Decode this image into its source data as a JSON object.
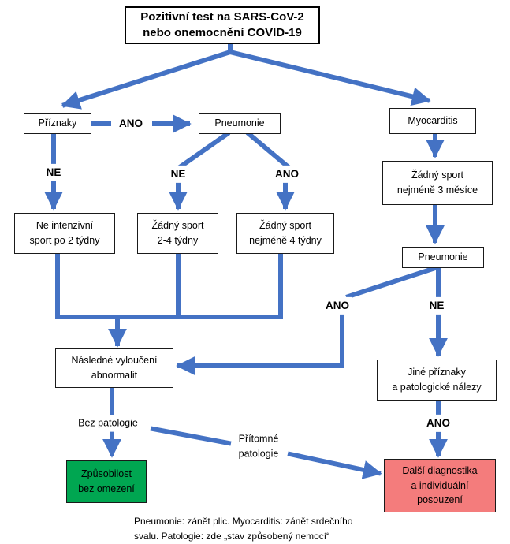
{
  "title": "Pozitivní test na SARS-CoV-2\nnebo onemocnění COVID-19",
  "nodes": {
    "priznaky": "Příznaky",
    "pneumonie_left": "Pneumonie",
    "myocarditis": "Myocarditis",
    "ne_intenzivni": "Ne intenzivní\nsport po 2 týdny",
    "zadny_sport_2_4": "Žádný sport\n2-4 týdny",
    "zadny_sport_4": "Žádný sport\nnejméně 4 týdny",
    "zadny_sport_3m": "Žádný sport\nnejméně 3 měsíce",
    "pneumonie_right": "Pneumonie",
    "nasledne": "Následné vyloučení\nabnormalit",
    "jine_priznaky": "Jiné příznaky\na patologické nálezy",
    "zpusobilost": "Způsobilost\nbez omezení",
    "dalsi_diagnostika": "Další diagnostika\na individuální\nposouzení"
  },
  "labels": {
    "ano_top": "ANO",
    "ne_left": "NE",
    "ne_mid": "NE",
    "ano_mid": "ANO",
    "ano_right": "ANO",
    "ne_right": "NE",
    "ano_bottom": "ANO",
    "bez_patologie": "Bez patologie",
    "pritomne_patologie": "Přítomné\npatologie"
  },
  "caption_line1": "Pneumonie: zánět plic. Myocarditis: zánět srdečního",
  "caption_line2": "svalu. Patologie: zde „stav způsobený nemocí“",
  "colors": {
    "arrow": "#4472c4",
    "green": "#00a651",
    "red": "#f47c7c",
    "border": "#1a1a1a"
  }
}
